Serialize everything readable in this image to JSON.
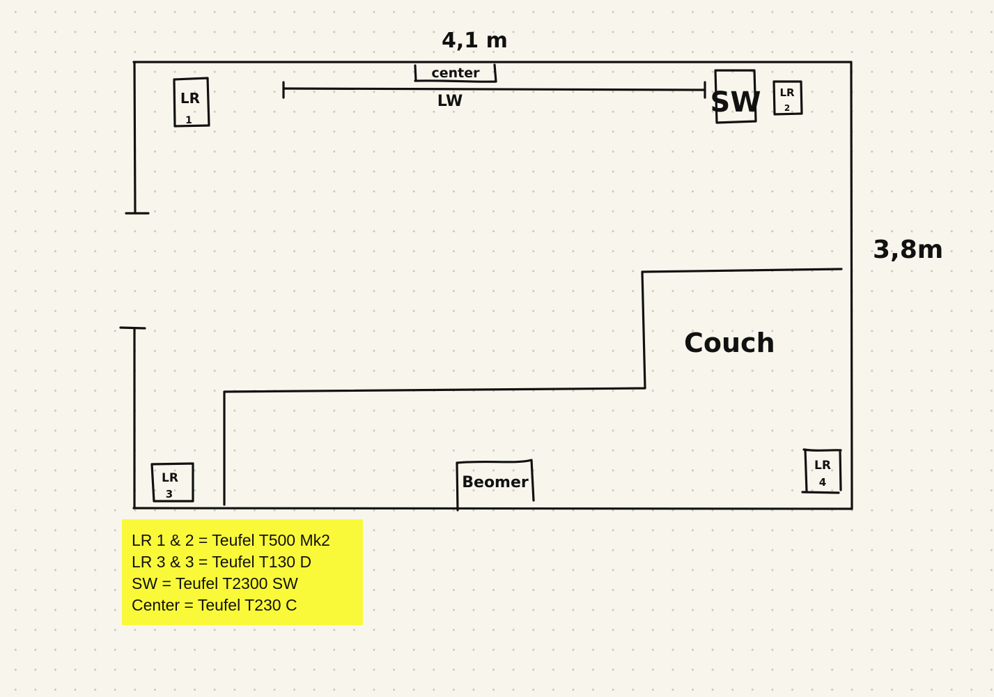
{
  "labels": {
    "width": "4,1 m",
    "height": "3,8m",
    "center": "center",
    "lw": "LW",
    "sw": "SW",
    "couch": "Couch",
    "beamer": "Beomer",
    "lr1": {
      "top": "LR",
      "num": "1"
    },
    "lr2": {
      "top": "LR",
      "num": "2"
    },
    "lr3": {
      "top": "LR",
      "num": "3"
    },
    "lr4": {
      "top": "LR",
      "num": "4"
    }
  },
  "legend": {
    "line1": "LR 1 & 2 = Teufel T500 Mk2",
    "line2": "LR 3 & 3 = Teufel T130 D",
    "line3": "SW = Teufel T2300 SW",
    "line4": "Center = Teufel T230 C"
  },
  "colors": {
    "paper": "#f8f6ec",
    "ink": "#111111",
    "legend_bg": "#f9f93a"
  }
}
